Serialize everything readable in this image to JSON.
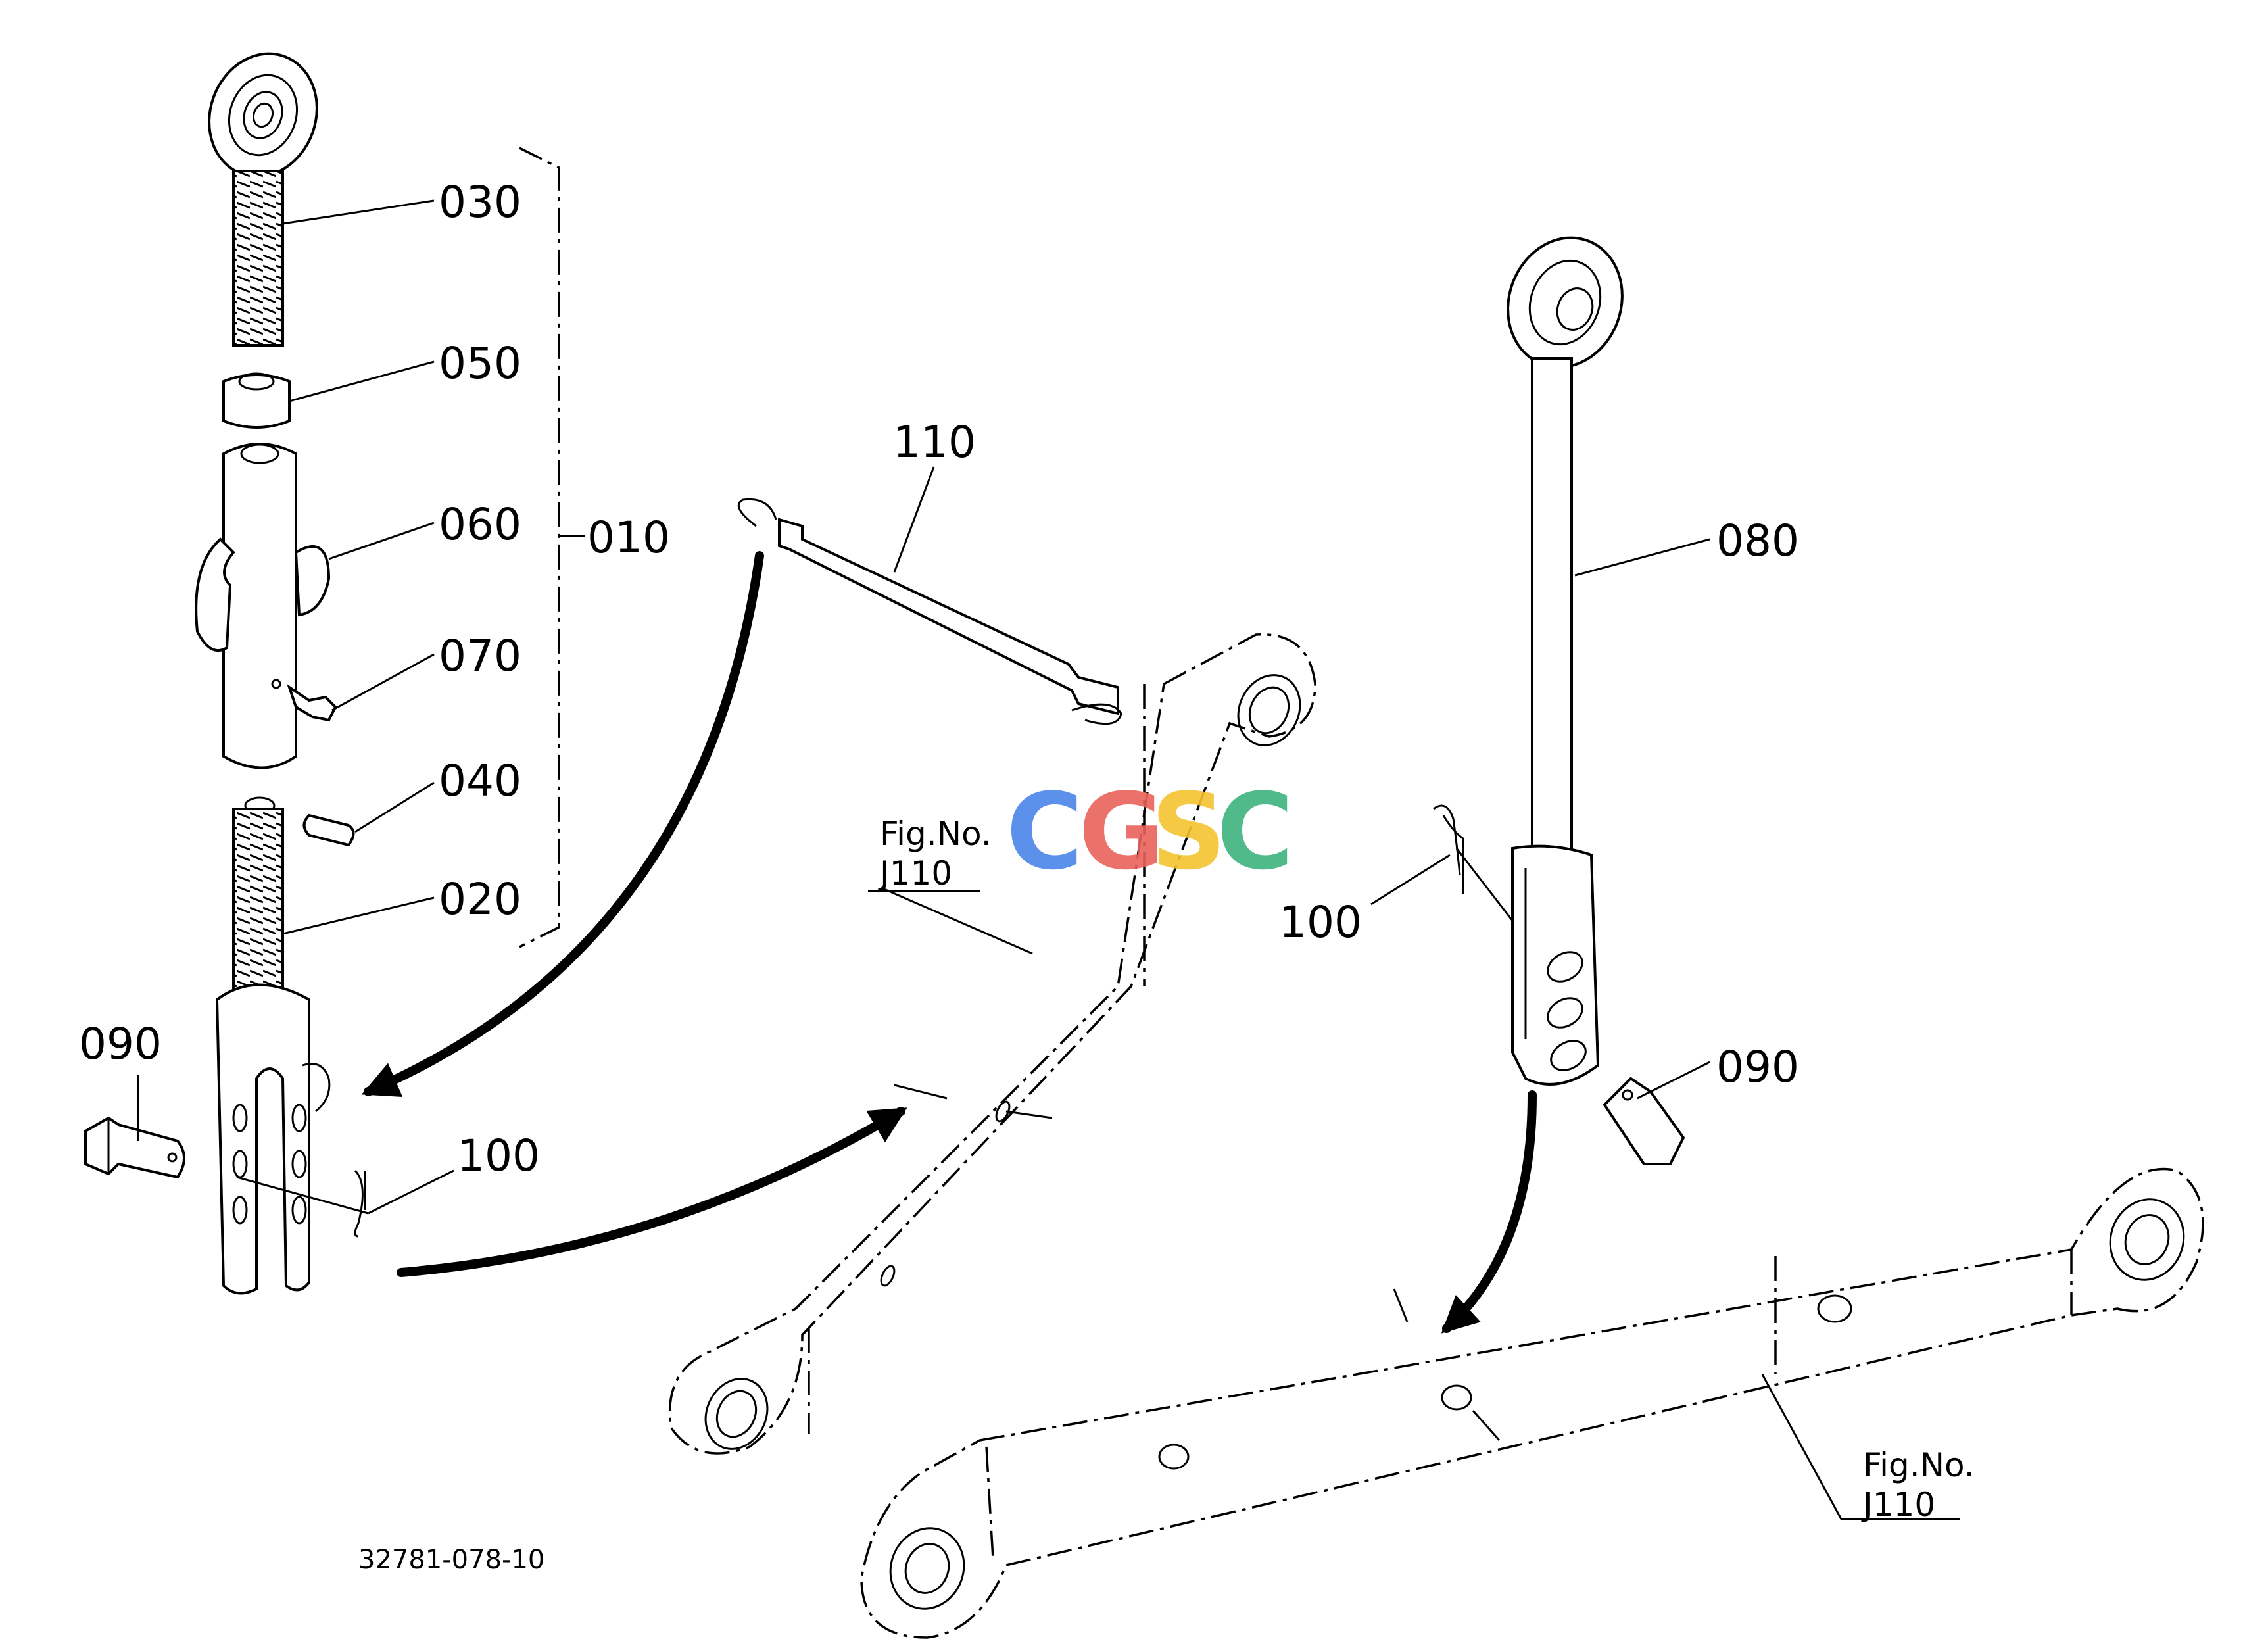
{
  "figure": {
    "code": "32781-078-10",
    "fig_refs": [
      {
        "line1": "Fig.No.",
        "line2": "J110"
      },
      {
        "line1": "Fig.No.",
        "line2": "J110"
      }
    ]
  },
  "watermark": {
    "letters": [
      "C",
      "G",
      "S",
      "C"
    ],
    "colors": [
      "#4a86e8",
      "#e8635a",
      "#f4c430",
      "#3fb37f"
    ]
  },
  "callouts": {
    "p030": "030",
    "p050": "050",
    "p060": "060",
    "p070": "070",
    "p040": "040",
    "p020": "020",
    "p010": "010",
    "p090_left": "090",
    "p100_left": "100",
    "p110": "110",
    "p080": "080",
    "p100_right": "100",
    "p090_right": "090"
  }
}
